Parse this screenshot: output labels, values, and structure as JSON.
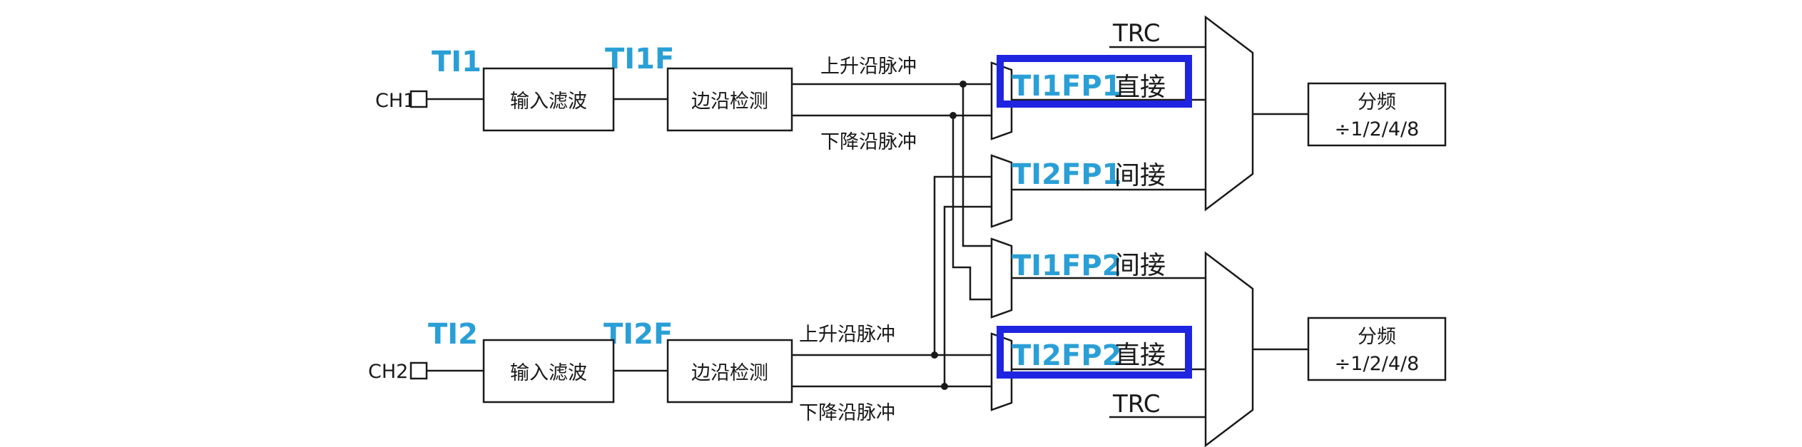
{
  "colors": {
    "signal": "#2a9fd6",
    "highlight": "#1f24e0",
    "line": "#1a1a1a"
  },
  "channels": [
    {
      "pin": "CH1",
      "ti": "TI1",
      "tif": "TI1F",
      "filter": "输入滤波",
      "edge": "边沿检测",
      "rising": "上升沿脉冲",
      "falling": "下降沿脉冲"
    },
    {
      "pin": "CH2",
      "ti": "TI2",
      "tif": "TI2F",
      "filter": "输入滤波",
      "edge": "边沿检测",
      "rising": "上升沿脉冲",
      "falling": "下降沿脉冲"
    }
  ],
  "mux_outputs": [
    {
      "signal": "TI1FP1",
      "mode": "直接",
      "highlighted": true
    },
    {
      "signal": "TI2FP1",
      "mode": "间接",
      "highlighted": false
    },
    {
      "signal": "TI1FP2",
      "mode": "间接",
      "highlighted": false
    },
    {
      "signal": "TI2FP2",
      "mode": "直接",
      "highlighted": true
    }
  ],
  "trc": [
    "TRC",
    "TRC"
  ],
  "prescalers": [
    {
      "title": "分频",
      "ratio": "÷1/2/4/8"
    },
    {
      "title": "分频",
      "ratio": "÷1/2/4/8"
    }
  ]
}
